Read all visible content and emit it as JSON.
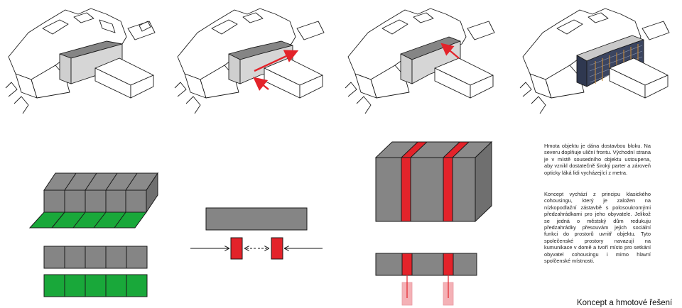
{
  "text": {
    "paragraph_1": "Hmota objektu je dána dostavbou bloku. Na severu doplňuje uliční frontu. Východní strana je v místě sousedního objektu ustoupena, aby vznikl dostatečně široký parter a zároveň opticky láká lidi vycházející z metra.",
    "paragraph_2": "Koncept vychází z principu klasického cohousingu, který je založen na nízkopodlažní zástavbě s polosoukromými předzahrádkami pro jeho obyvatele. Jelikož se jedná o městský dům redukuju předzahrádky přesouvám jejich sociální funkci do prostorů uvnitř objektu. Tyto společenské prostory navazují na kumunikace v domě a tvoří místo pro setkání obyvatel cohousingu i mimo hlavní spolčenské místnosti.",
    "footer": "Koncept a hmotové řešení"
  },
  "colors": {
    "mass_grey": "#858585",
    "light_grey": "#d6d6d6",
    "garden_green": "#19a83a",
    "accent_red": "#e3232a",
    "pale_red": "#f4b1b6",
    "facade_blue": "#3b4560",
    "outline": "#1a1a1a"
  },
  "diagrams": {
    "top_row": [
      "massing-step-1",
      "massing-step-2",
      "massing-step-3",
      "massing-step-4"
    ],
    "bottom_row": [
      "cohousing-gardens",
      "compression-arrows",
      "shared-spaces-block"
    ]
  }
}
